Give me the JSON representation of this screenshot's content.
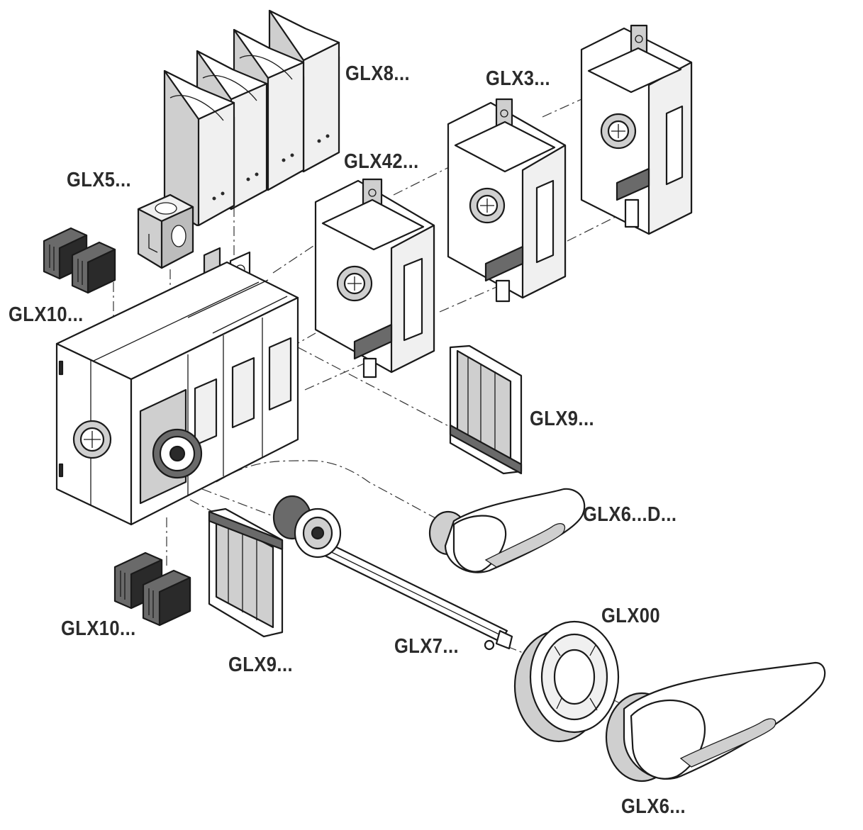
{
  "labels": {
    "glx8": "GLX8...",
    "glx3": "GLX3...",
    "glx42": "GLX42...",
    "glx5": "GLX5...",
    "glx10_top": "GLX10...",
    "glx9_right": "GLX9...",
    "glx6d": "GLX6...D...",
    "glx00": "GLX00",
    "glx10_bottom": "GLX10...",
    "glx7": "GLX7...",
    "glx9_bottom": "GLX9...",
    "glx6": "GLX6..."
  },
  "colors": {
    "ink": "#1a1a1a",
    "label": "#2b2b2b",
    "shade_light": "#f0f0f0",
    "shade_mid": "#cfcfcf",
    "shade_dark": "#6a6a6a"
  }
}
